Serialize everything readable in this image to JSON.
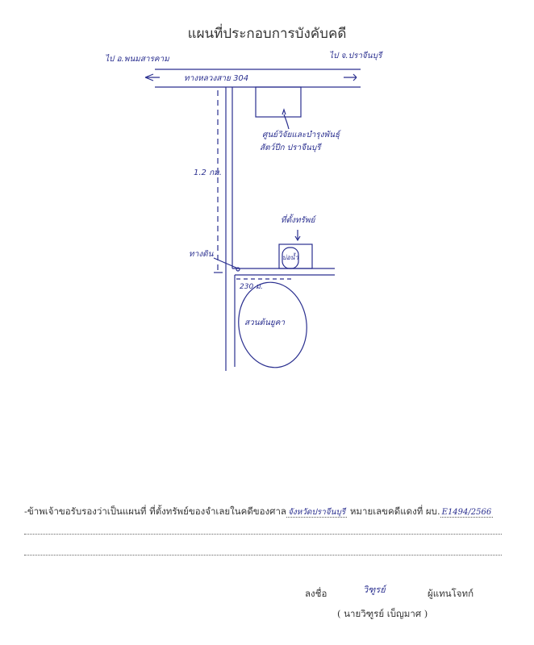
{
  "title": "แผนที่ประกอบการบังคับคดี",
  "map": {
    "to_left": "ไป อ.พนมสารคาม",
    "to_right": "ไป จ.ปราจีนบุรี",
    "highway": "ทางหลวงสาย 304",
    "research_center": [
      "ศูนย์วิจัยและบำรุงพันธุ์",
      "สัตว์ปีก ปราจีนบุรี"
    ],
    "distance": "1.2 กม.",
    "dirt_road": "ทางดิน",
    "property_location": "ที่ตั้งทรัพย์",
    "pond": "บ่อน้ำ",
    "width_label": "230 ม.",
    "eucalyptus": "สวนต้นยูคา",
    "ink_color": "#2a2f8f"
  },
  "certification": {
    "text_before": "-ข้าพเจ้าขอรับรองว่าเป็นแผนที่ ที่ตั้งทรัพย์ของจำเลยในคดีของศาล",
    "court": "จังหวัดปราจีนบุรี",
    "text_mid": " หมายเลขคดีแดงที่ ผบ.",
    "case_no": "E1494/2566"
  },
  "signature": {
    "sign_label": "ลงชื่อ",
    "signature": "วิฑูรย์",
    "role": "ผู้แทนโจทก์",
    "name": "( นายวิฑูรย์ เบ็ญมาศ )"
  }
}
